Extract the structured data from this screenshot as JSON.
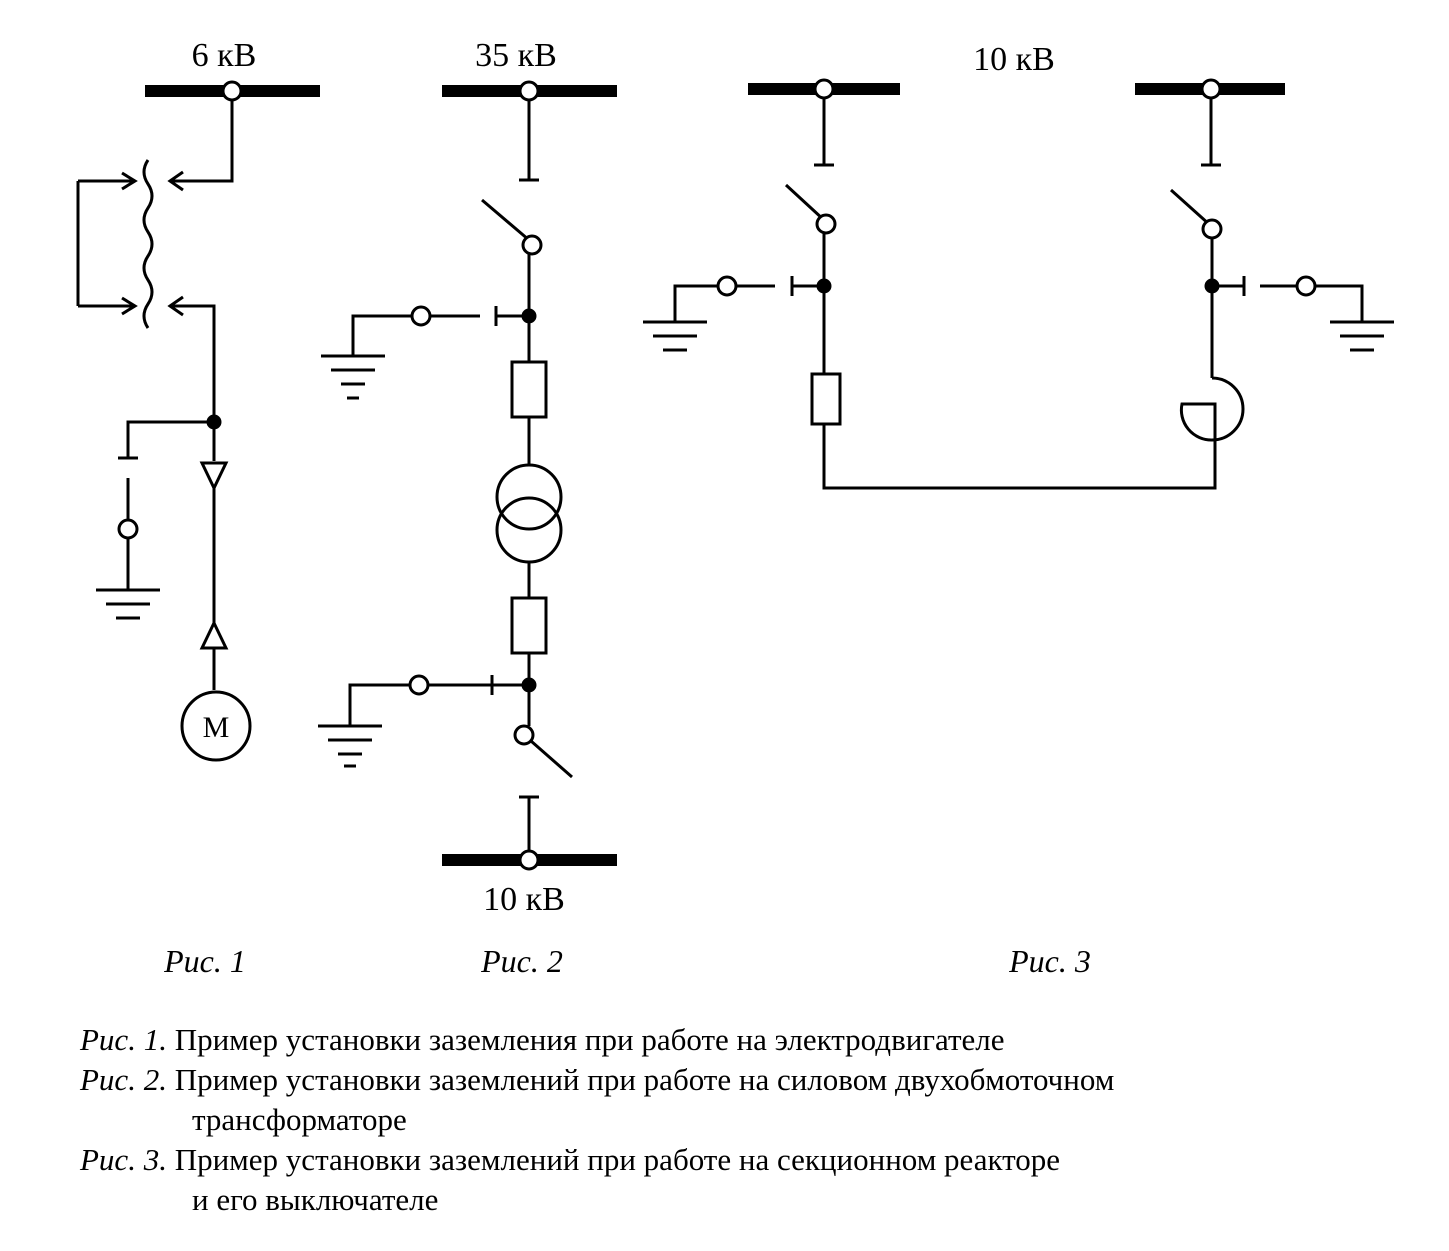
{
  "voltages": {
    "fig1_bus": "6 кВ",
    "fig2_top_bus": "35 кВ",
    "fig2_bottom_bus": "10 кВ",
    "fig3_bus": "10 кВ"
  },
  "motor_symbol": "М",
  "figure_labels": [
    "Рис. 1",
    "Рис. 2",
    "Рис. 3"
  ],
  "captions": [
    {
      "num": "Рис. 1.",
      "text": "Пример установки заземления при работе на электродвигателе",
      "cont": ""
    },
    {
      "num": "Рис. 2.",
      "text": "Пример установки заземлений при работе на силовом двухобмоточном",
      "cont": "трансформаторе"
    },
    {
      "num": "Рис. 3.",
      "text": "Пример установки заземлений при работе на секционном реакторе",
      "cont": "и его выключателе"
    }
  ]
}
